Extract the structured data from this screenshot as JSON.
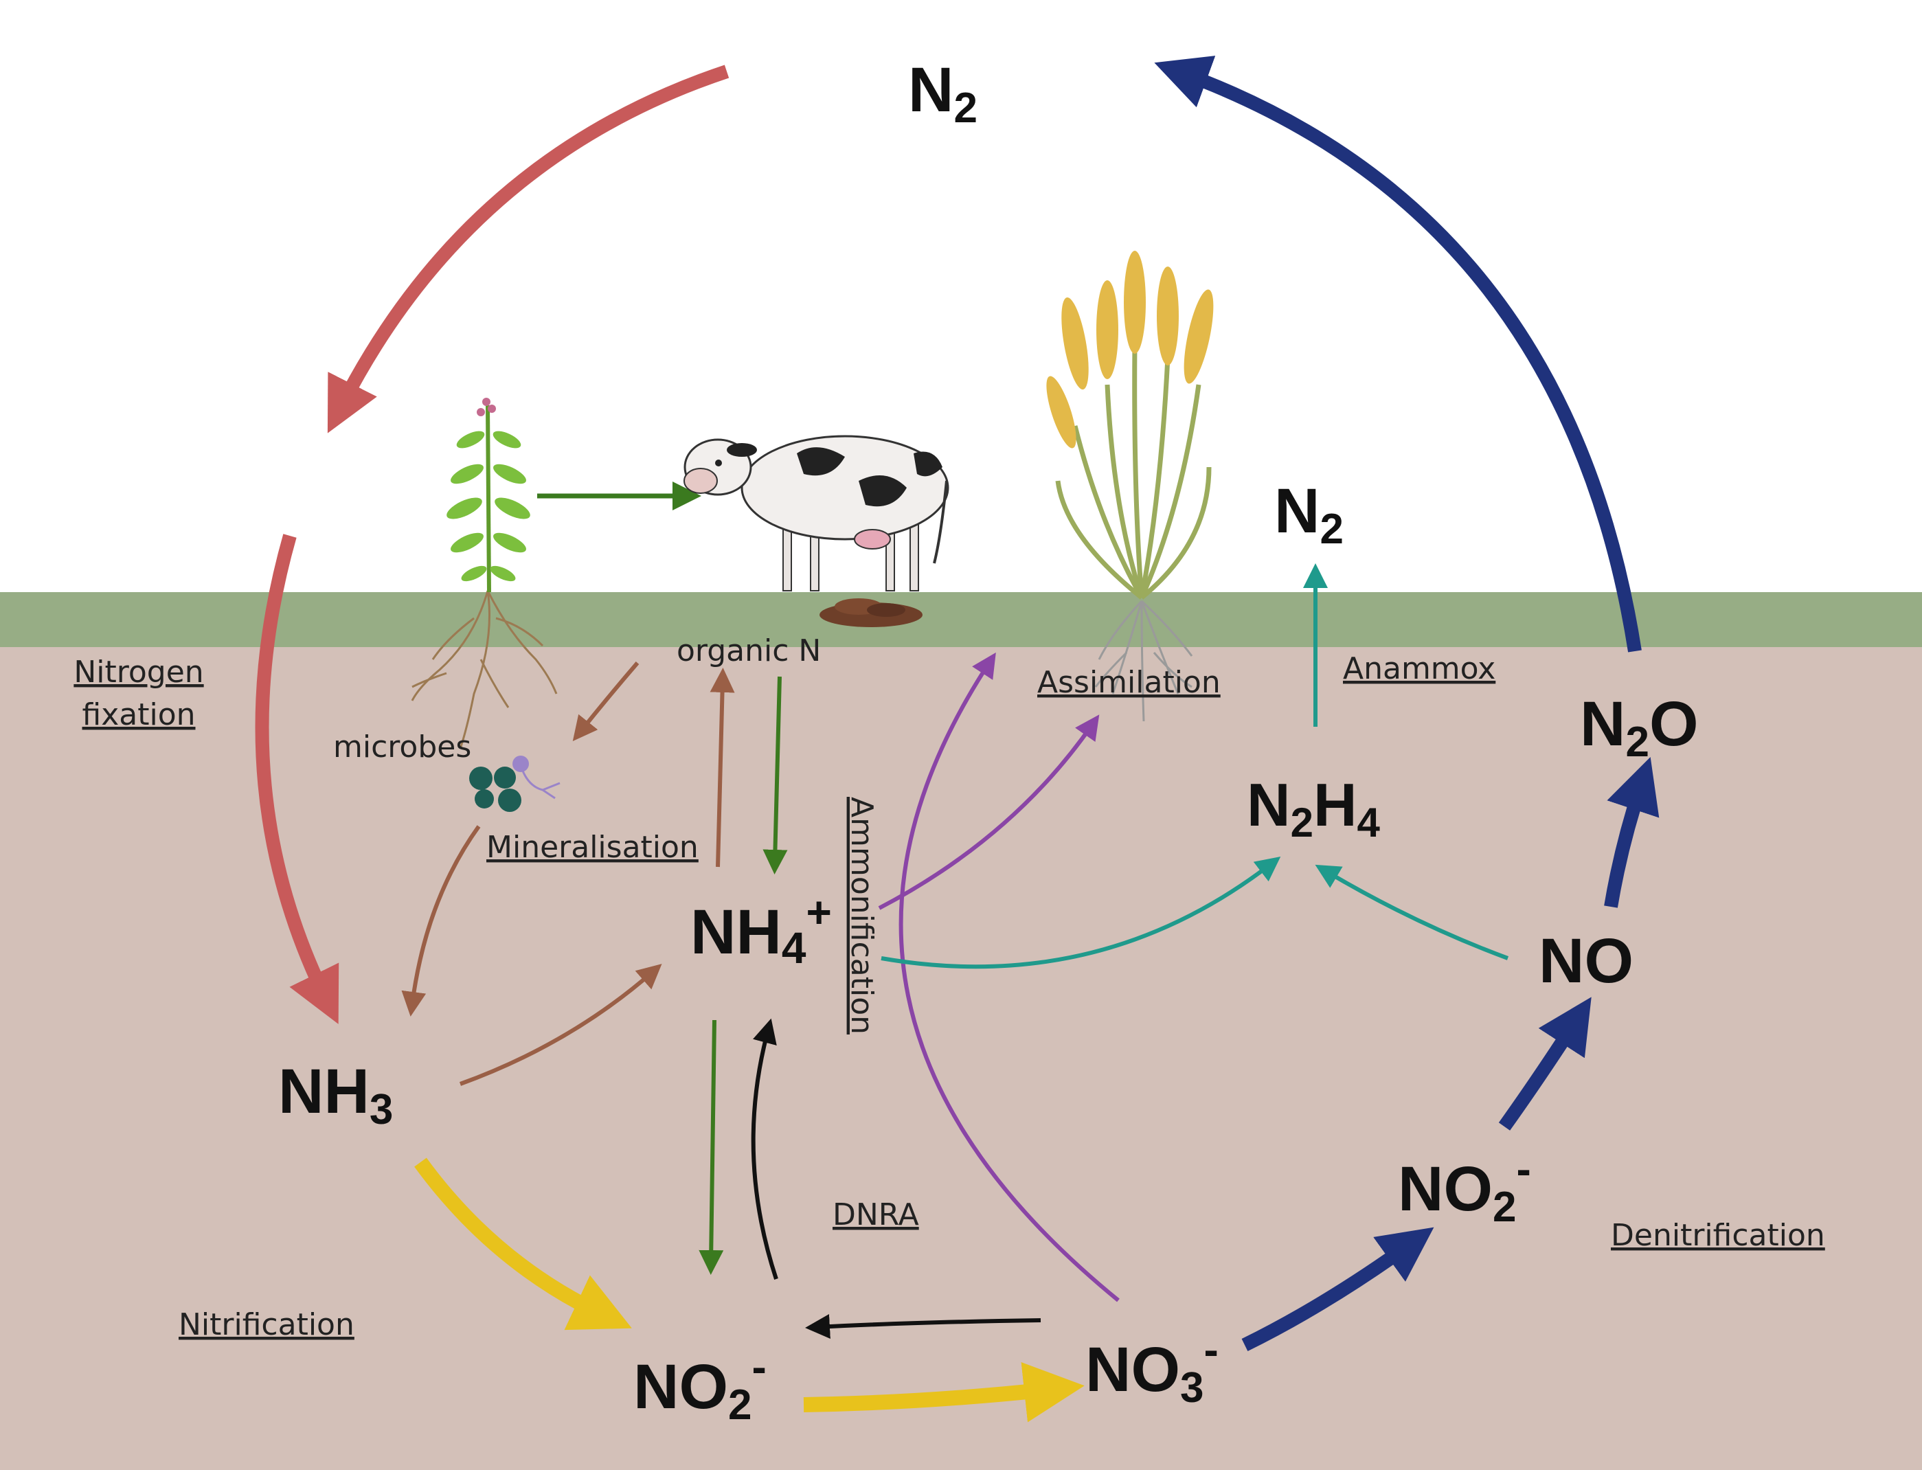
{
  "colors": {
    "fixation": "#c85a5a",
    "mineralisation": "#9a5f46",
    "ammonification": "#3b7a1f",
    "nitrification": "#e8c21c",
    "denitrification": "#1f327c",
    "anammox": "#1f9a8c",
    "assimilation": "#8a45a6",
    "dnra": "#111111",
    "grass": "#97ad85",
    "soil": "#d3c0b8"
  },
  "compounds": {
    "n2_top": {
      "main": "N",
      "sub": "2"
    },
    "n2_right": {
      "main": "N",
      "sub": "2"
    },
    "n2o": {
      "a": "N",
      "sub": "2",
      "b": "O"
    },
    "n2h4": {
      "a": "N",
      "sub1": "2",
      "b": "H",
      "sub2": "4"
    },
    "nh4": {
      "main": "NH",
      "sub": "4",
      "sup": "+"
    },
    "nh3": {
      "main": "NH",
      "sub": "3"
    },
    "no": "NO",
    "no2_right": {
      "main": "NO",
      "sub": "2",
      "sup": "-"
    },
    "no2_bottom": {
      "main": "NO",
      "sub": "2",
      "sup": "-"
    },
    "no3": {
      "main": "NO",
      "sub": "3",
      "sup": "-"
    }
  },
  "processes": {
    "nitrogen_fixation_line1": "Nitrogen",
    "nitrogen_fixation_line2": "fixation",
    "mineralisation": "Mineralisation",
    "ammonification": "Ammonification",
    "assimilation": "Assimilation",
    "anammox": "Anammox",
    "dnra": "DNRA",
    "nitrification": "Nitrification",
    "denitrification": "Denitrification"
  },
  "labels": {
    "organic_n": "organic N",
    "microbes": "microbes"
  },
  "icons": {
    "legume": "legume-plant-icon",
    "cow": "cow-icon",
    "manure": "manure-icon",
    "wheat": "wheat-icon",
    "microbes": "microbes-icon"
  }
}
